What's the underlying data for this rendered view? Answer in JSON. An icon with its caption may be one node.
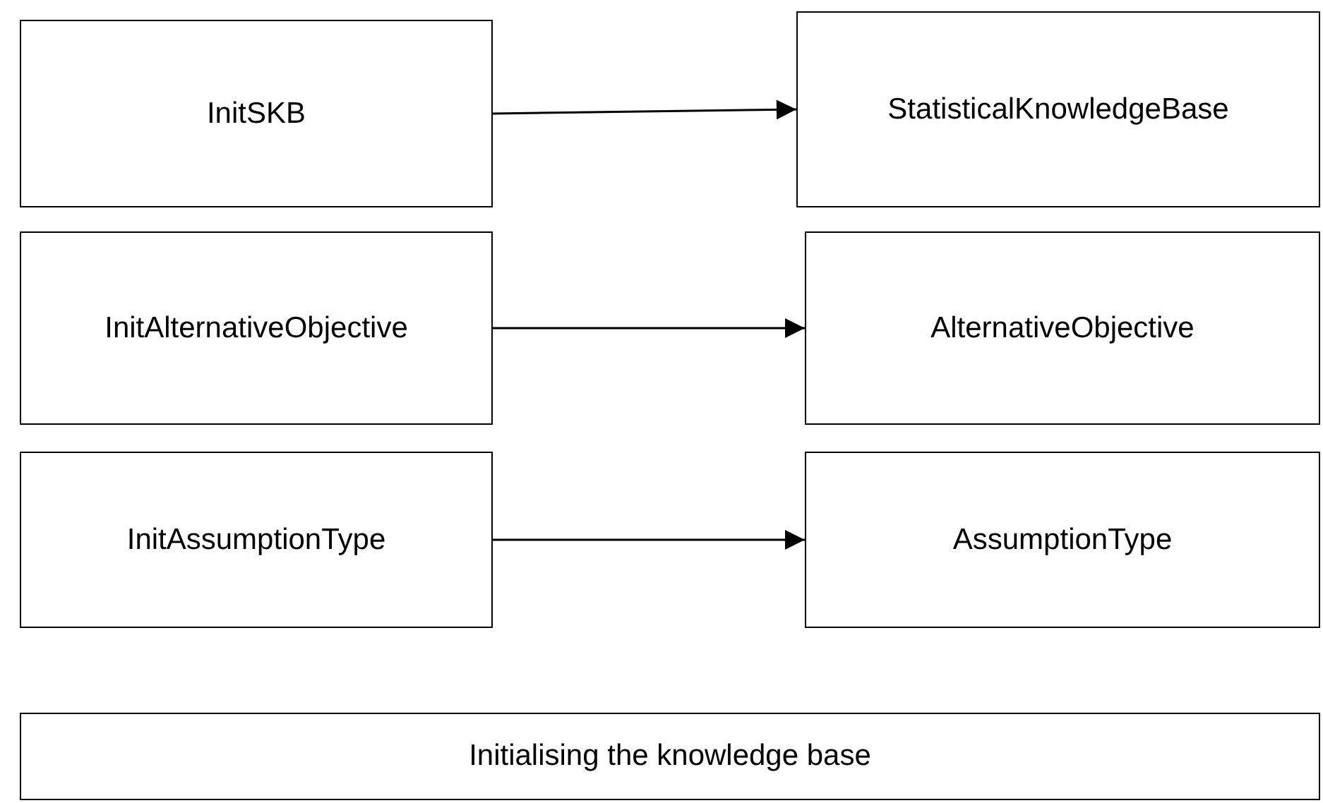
{
  "diagram": {
    "nodes": [
      {
        "text": [
          "InitSKB"
        ]
      },
      {
        "text": [
          "StatisticalKnowledgeBase"
        ]
      },
      {
        "text": [
          "InitAlternativeObjective"
        ]
      },
      {
        "text": [
          "AlternativeObjective"
        ]
      },
      {
        "text": [
          "InitAssumptionType"
        ]
      },
      {
        "text": [
          "AssumptionType"
        ]
      },
      {
        "text": [
          "Initialising the knowledge base"
        ]
      }
    ],
    "edges": [
      {
        "from": 0,
        "to": 1,
        "arrow": "to"
      },
      {
        "from": 2,
        "to": 3,
        "arrow": "to"
      },
      {
        "from": 4,
        "to": 5,
        "arrow": "to"
      }
    ]
  }
}
